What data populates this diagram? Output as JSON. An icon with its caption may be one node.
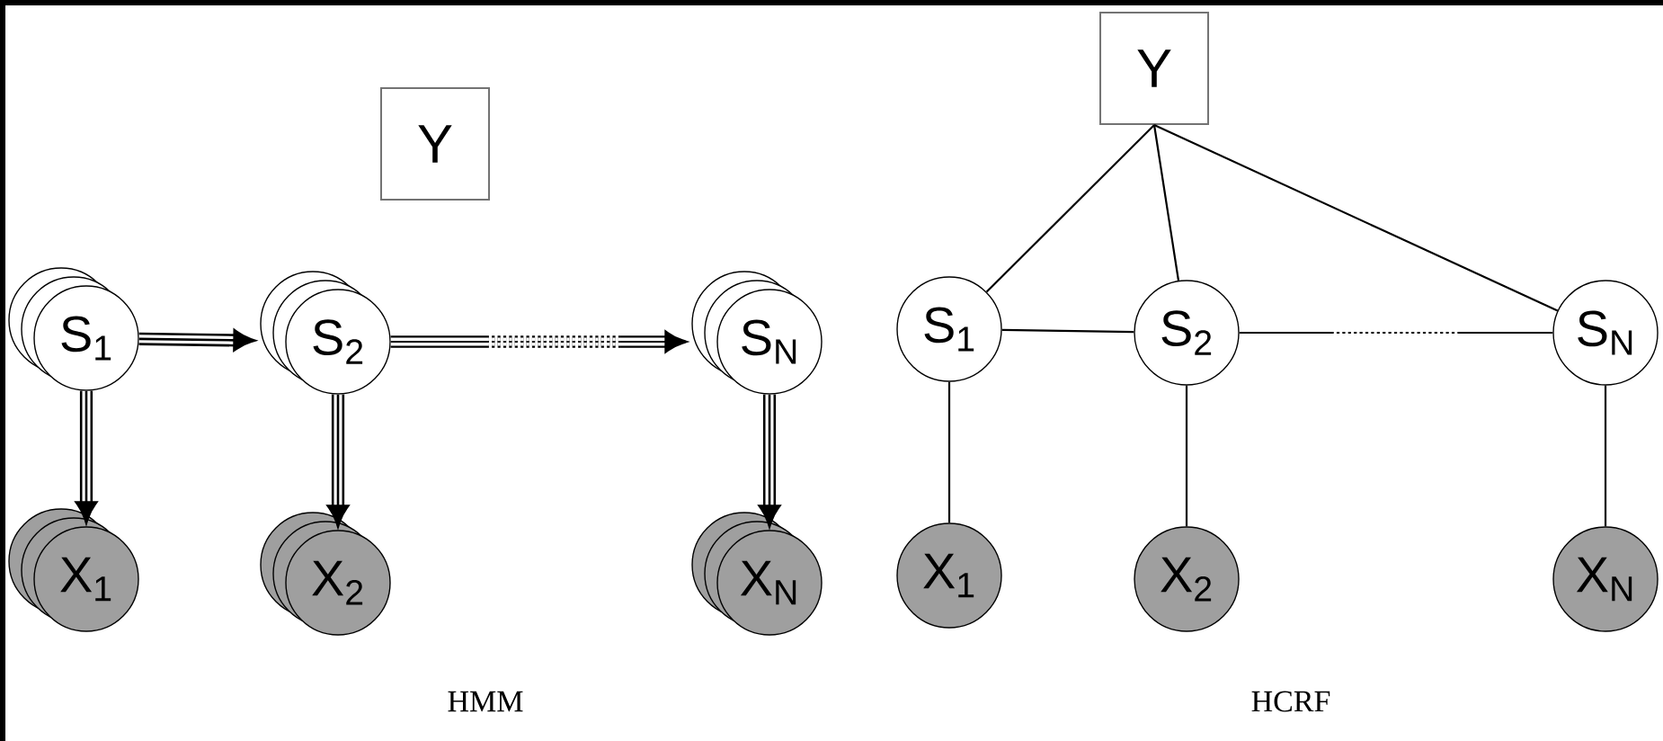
{
  "diagram": {
    "nodes": [
      {
        "text": [
          "Y"
        ]
      },
      {
        "text": [
          "S$_{1}$"
        ]
      },
      {
        "text": [
          "S$_{2}$"
        ]
      },
      {
        "text": [
          "S$_{N}$"
        ]
      },
      {
        "text": [
          "X$_{1}$"
        ]
      },
      {
        "text": [
          "X$_{2}$"
        ]
      },
      {
        "text": [
          "X$_{N}$"
        ]
      },
      {
        "text": [
          "Y"
        ]
      },
      {
        "text": [
          "S$_{1}$"
        ]
      },
      {
        "text": [
          "S$_{2}$"
        ]
      },
      {
        "text": [
          "S$_{N}$"
        ]
      },
      {
        "text": [
          "X$_{1}$"
        ]
      },
      {
        "text": [
          "X$_{2}$"
        ]
      },
      {
        "text": [
          "X$_{N}$"
        ]
      }
    ],
    "edges": [
      {
        "from": 1,
        "to": 2,
        "arrow": "to",
        "style": "thick"
      },
      {
        "from": 2,
        "to": 3,
        "arrow": "to",
        "style": "dashed"
      },
      {
        "from": 1,
        "to": 4,
        "arrow": "to",
        "style": "thick"
      },
      {
        "from": 2,
        "to": 5,
        "arrow": "to",
        "style": "thick"
      },
      {
        "from": 3,
        "to": 6,
        "arrow": "to",
        "style": "thick"
      },
      {
        "from": 7,
        "to": 8,
        "arrow": "none"
      },
      {
        "from": 7,
        "to": 9,
        "arrow": "none"
      },
      {
        "from": 7,
        "to": 10,
        "arrow": "none"
      },
      {
        "from": 8,
        "to": 9,
        "arrow": "none"
      },
      {
        "from": 9,
        "to": 10,
        "arrow": "none",
        "style": "dashed"
      },
      {
        "from": 8,
        "to": 11,
        "arrow": "none"
      },
      {
        "from": 9,
        "to": 12,
        "arrow": "none"
      },
      {
        "from": 10,
        "to": 13,
        "arrow": "none"
      }
    ],
    "labels": [
      "HMM",
      "HCRF"
    ]
  }
}
